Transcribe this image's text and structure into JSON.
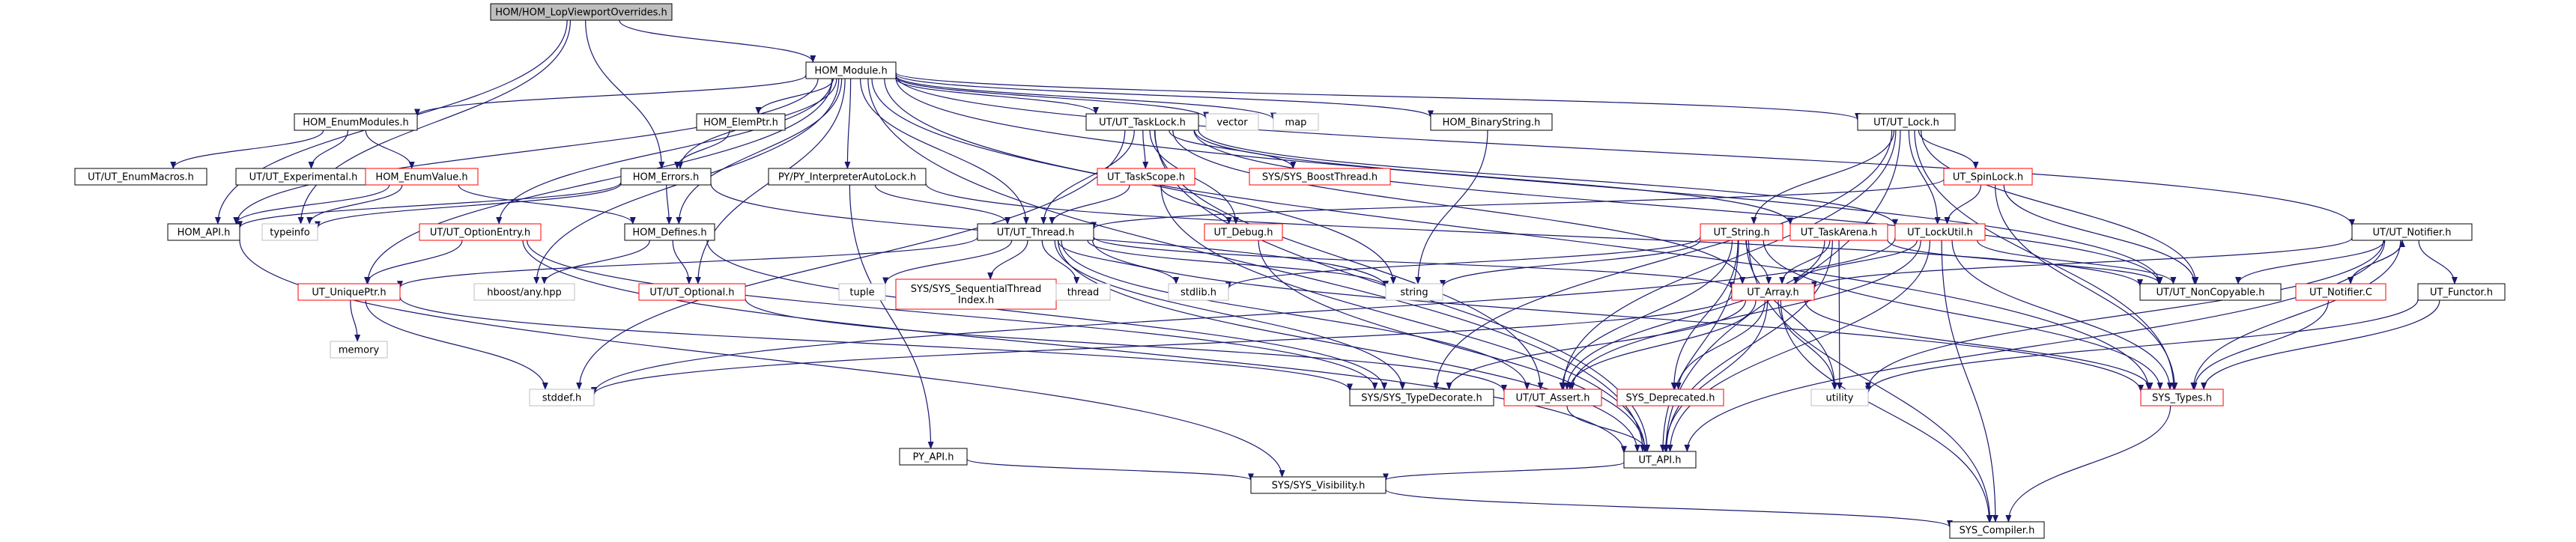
{
  "graph": {
    "colors": {
      "edge": "#191970",
      "node_border": "#000000",
      "node_border_incomplete": "#ff0000",
      "node_border_external": "#bfbfbf",
      "root_fill": "#bfbfbf",
      "node_fill": "#ffffff",
      "text": "#000000"
    },
    "nodes": [
      {
        "id": "root",
        "label": "HOM/HOM_LopViewportOverrides.h",
        "kind": "root"
      },
      {
        "id": "hom_module",
        "label": "HOM_Module.h",
        "kind": "normal"
      },
      {
        "id": "hom_enummodules",
        "label": "HOM_EnumModules.h",
        "kind": "normal"
      },
      {
        "id": "hom_elemptr",
        "label": "HOM_ElemPtr.h",
        "kind": "normal"
      },
      {
        "id": "ut_tasklock",
        "label": "UT/UT_TaskLock.h",
        "kind": "normal"
      },
      {
        "id": "vector",
        "label": "vector",
        "kind": "external"
      },
      {
        "id": "map",
        "label": "map",
        "kind": "external"
      },
      {
        "id": "hom_binarystring",
        "label": "HOM_BinaryString.h",
        "kind": "normal"
      },
      {
        "id": "ut_lock",
        "label": "UT/UT_Lock.h",
        "kind": "normal"
      },
      {
        "id": "ut_enummacros",
        "label": "UT/UT_EnumMacros.h",
        "kind": "normal"
      },
      {
        "id": "ut_experimental",
        "label": "UT/UT_Experimental.h",
        "kind": "normal"
      },
      {
        "id": "hom_enumvalue",
        "label": "HOM_EnumValue.h",
        "kind": "incomplete"
      },
      {
        "id": "hom_errors",
        "label": "HOM_Errors.h",
        "kind": "normal"
      },
      {
        "id": "py_interpreterautolock",
        "label": "PY/PY_InterpreterAutoLock.h",
        "kind": "normal"
      },
      {
        "id": "ut_taskscope",
        "label": "UT_TaskScope.h",
        "kind": "incomplete"
      },
      {
        "id": "sys_boostthread",
        "label": "SYS/SYS_BoostThread.h",
        "kind": "incomplete"
      },
      {
        "id": "ut_spinlock",
        "label": "UT_SpinLock.h",
        "kind": "incomplete"
      },
      {
        "id": "hom_api",
        "label": "HOM_API.h",
        "kind": "normal"
      },
      {
        "id": "typeinfo",
        "label": "typeinfo",
        "kind": "external"
      },
      {
        "id": "hom_defines",
        "label": "HOM_Defines.h",
        "kind": "normal"
      },
      {
        "id": "ut_optionentry",
        "label": "UT/UT_OptionEntry.h",
        "kind": "incomplete"
      },
      {
        "id": "ut_thread",
        "label": "UT/UT_Thread.h",
        "kind": "normal"
      },
      {
        "id": "ut_debug",
        "label": "UT_Debug.h",
        "kind": "incomplete"
      },
      {
        "id": "ut_string",
        "label": "UT_String.h",
        "kind": "incomplete"
      },
      {
        "id": "ut_taskarena",
        "label": "UT_TaskArena.h",
        "kind": "incomplete"
      },
      {
        "id": "ut_lockutil",
        "label": "UT_LockUtil.h",
        "kind": "incomplete"
      },
      {
        "id": "ut_notifier",
        "label": "UT/UT_Notifier.h",
        "kind": "normal"
      },
      {
        "id": "ut_uniqueptr",
        "label": "UT_UniquePtr.h",
        "kind": "incomplete"
      },
      {
        "id": "hboost_any",
        "label": "hboost/any.hpp",
        "kind": "external"
      },
      {
        "id": "ut_optional",
        "label": "UT/UT_Optional.h",
        "kind": "incomplete"
      },
      {
        "id": "tuple",
        "label": "tuple",
        "kind": "external"
      },
      {
        "id": "sys_sequentialthreadindex",
        "label": "SYS/SYS_SequentialThread\nIndex.h",
        "kind": "incomplete"
      },
      {
        "id": "thread",
        "label": "thread",
        "kind": "external"
      },
      {
        "id": "stdlib",
        "label": "stdlib.h",
        "kind": "external"
      },
      {
        "id": "string",
        "label": "string",
        "kind": "external"
      },
      {
        "id": "ut_noncopyable",
        "label": "UT/UT_NonCopyable.h",
        "kind": "normal"
      },
      {
        "id": "ut_notifier_c",
        "label": "UT_Notifier.C",
        "kind": "incomplete"
      },
      {
        "id": "ut_functor",
        "label": "UT_Functor.h",
        "kind": "normal"
      },
      {
        "id": "memory",
        "label": "memory",
        "kind": "external"
      },
      {
        "id": "stddef",
        "label": "stddef.h",
        "kind": "external"
      },
      {
        "id": "ut_array",
        "label": "UT_Array.h",
        "kind": "incomplete"
      },
      {
        "id": "sys_typedecorate",
        "label": "SYS/SYS_TypeDecorate.h",
        "kind": "normal"
      },
      {
        "id": "ut_assert",
        "label": "UT/UT_Assert.h",
        "kind": "incomplete"
      },
      {
        "id": "sys_deprecated",
        "label": "SYS_Deprecated.h",
        "kind": "incomplete"
      },
      {
        "id": "utility",
        "label": "utility",
        "kind": "external"
      },
      {
        "id": "sys_types",
        "label": "SYS_Types.h",
        "kind": "incomplete"
      },
      {
        "id": "ut_api",
        "label": "UT_API.h",
        "kind": "normal"
      },
      {
        "id": "py_api",
        "label": "PY_API.h",
        "kind": "normal"
      },
      {
        "id": "sys_visibility",
        "label": "SYS/SYS_Visibility.h",
        "kind": "normal"
      },
      {
        "id": "sys_compiler",
        "label": "SYS_Compiler.h",
        "kind": "normal"
      }
    ],
    "edges": [
      [
        "root",
        "hom_module"
      ],
      [
        "root",
        "hom_errors"
      ],
      [
        "root",
        "hom_api"
      ],
      [
        "root",
        "typeinfo"
      ],
      [
        "hom_module",
        "hom_enummodules"
      ],
      [
        "hom_module",
        "hom_elemptr"
      ],
      [
        "hom_module",
        "ut_tasklock"
      ],
      [
        "hom_module",
        "vector"
      ],
      [
        "hom_module",
        "map"
      ],
      [
        "hom_module",
        "hom_binarystring"
      ],
      [
        "hom_module",
        "ut_lock"
      ],
      [
        "hom_module",
        "hom_errors"
      ],
      [
        "hom_module",
        "py_interpreterautolock"
      ],
      [
        "hom_module",
        "hom_api"
      ],
      [
        "hom_module",
        "hom_defines"
      ],
      [
        "hom_module",
        "ut_optionentry"
      ],
      [
        "hom_module",
        "ut_thread"
      ],
      [
        "hom_module",
        "ut_uniqueptr"
      ],
      [
        "hom_module",
        "hboost_any"
      ],
      [
        "hom_module",
        "string"
      ],
      [
        "hom_module",
        "ut_noncopyable"
      ],
      [
        "hom_module",
        "ut_notifier"
      ],
      [
        "hom_module",
        "sys_types"
      ],
      [
        "hom_module",
        "ut_api"
      ],
      [
        "hom_module",
        "ut_optional"
      ],
      [
        "hom_enummodules",
        "ut_enummacros"
      ],
      [
        "hom_enummodules",
        "ut_experimental"
      ],
      [
        "hom_enummodules",
        "hom_enumvalue"
      ],
      [
        "hom_enumvalue",
        "hom_api"
      ],
      [
        "hom_enumvalue",
        "hom_defines"
      ],
      [
        "hom_enumvalue",
        "typeinfo"
      ],
      [
        "hom_elemptr",
        "hom_errors"
      ],
      [
        "hom_errors",
        "hom_api"
      ],
      [
        "hom_errors",
        "hom_defines"
      ],
      [
        "hom_errors",
        "string"
      ],
      [
        "hom_errors",
        "typeinfo"
      ],
      [
        "hom_binarystring",
        "string"
      ],
      [
        "ut_tasklock",
        "ut_taskscope"
      ],
      [
        "ut_tasklock",
        "sys_boostthread"
      ],
      [
        "ut_tasklock",
        "ut_thread"
      ],
      [
        "ut_tasklock",
        "ut_debug"
      ],
      [
        "ut_tasklock",
        "ut_taskarena"
      ],
      [
        "ut_tasklock",
        "ut_lockutil"
      ],
      [
        "ut_tasklock",
        "ut_noncopyable"
      ],
      [
        "ut_tasklock",
        "ut_array"
      ],
      [
        "ut_tasklock",
        "ut_api"
      ],
      [
        "ut_tasklock",
        "stddef"
      ],
      [
        "ut_tasklock",
        "ut_assert"
      ],
      [
        "ut_lock",
        "ut_spinlock"
      ],
      [
        "ut_lock",
        "ut_lockutil"
      ],
      [
        "ut_lock",
        "ut_string"
      ],
      [
        "ut_lock",
        "ut_noncopyable"
      ],
      [
        "ut_lock",
        "sys_typedecorate"
      ],
      [
        "ut_lock",
        "ut_assert"
      ],
      [
        "ut_lock",
        "ut_api"
      ],
      [
        "ut_lock",
        "sys_types"
      ],
      [
        "py_interpreterautolock",
        "ut_thread"
      ],
      [
        "py_interpreterautolock",
        "ut_noncopyable"
      ],
      [
        "py_interpreterautolock",
        "py_api"
      ],
      [
        "ut_taskscope",
        "ut_thread"
      ],
      [
        "ut_taskscope",
        "ut_debug"
      ],
      [
        "ut_taskscope",
        "ut_api"
      ],
      [
        "ut_spinlock",
        "ut_lockutil"
      ],
      [
        "ut_spinlock",
        "ut_noncopyable"
      ],
      [
        "ut_spinlock",
        "ut_thread"
      ],
      [
        "ut_spinlock",
        "sys_types"
      ],
      [
        "hom_api",
        "sys_visibility"
      ],
      [
        "hom_defines",
        "hboost_any"
      ],
      [
        "hom_defines",
        "ut_optional"
      ],
      [
        "hom_defines",
        "sys_typedecorate"
      ],
      [
        "ut_optionentry",
        "ut_uniqueptr"
      ],
      [
        "ut_optionentry",
        "sys_typedecorate"
      ],
      [
        "ut_optionentry",
        "ut_api"
      ],
      [
        "ut_thread",
        "ut_uniqueptr"
      ],
      [
        "ut_thread",
        "tuple"
      ],
      [
        "ut_thread",
        "sys_sequentialthreadindex"
      ],
      [
        "ut_thread",
        "thread"
      ],
      [
        "ut_thread",
        "stdlib"
      ],
      [
        "ut_thread",
        "string"
      ],
      [
        "ut_thread",
        "ut_array"
      ],
      [
        "ut_thread",
        "ut_assert"
      ],
      [
        "ut_thread",
        "sys_types"
      ],
      [
        "ut_thread",
        "ut_api"
      ],
      [
        "ut_thread",
        "sys_typedecorate"
      ],
      [
        "ut_debug",
        "ut_api"
      ],
      [
        "ut_string",
        "ut_array"
      ],
      [
        "ut_string",
        "ut_assert"
      ],
      [
        "ut_string",
        "sys_deprecated"
      ],
      [
        "ut_string",
        "utility"
      ],
      [
        "ut_string",
        "string"
      ],
      [
        "ut_string",
        "stdlib"
      ],
      [
        "ut_string",
        "ut_api"
      ],
      [
        "ut_string",
        "sys_types"
      ],
      [
        "ut_string",
        "sys_compiler"
      ],
      [
        "ut_taskarena",
        "ut_array"
      ],
      [
        "ut_taskarena",
        "ut_noncopyable"
      ],
      [
        "ut_taskarena",
        "utility"
      ],
      [
        "ut_taskarena",
        "ut_api"
      ],
      [
        "ut_taskarena",
        "ut_assert"
      ],
      [
        "ut_lockutil",
        "ut_array"
      ],
      [
        "ut_lockutil",
        "ut_noncopyable"
      ],
      [
        "ut_lockutil",
        "sys_types"
      ],
      [
        "ut_lockutil",
        "sys_compiler"
      ],
      [
        "ut_lockutil",
        "ut_api"
      ],
      [
        "ut_lockutil",
        "stddef"
      ],
      [
        "ut_lockutil",
        "ut_assert"
      ],
      [
        "ut_notifier",
        "ut_notifier_c"
      ],
      [
        "ut_notifier",
        "ut_functor"
      ],
      [
        "ut_notifier",
        "ut_noncopyable"
      ],
      [
        "ut_notifier",
        "ut_array"
      ],
      [
        "ut_notifier",
        "sys_types"
      ],
      [
        "ut_notifier",
        "ut_api"
      ],
      [
        "ut_notifier",
        "utility"
      ],
      [
        "ut_notifier_c",
        "ut_notifier"
      ],
      [
        "ut_notifier_c",
        "sys_types"
      ],
      [
        "ut_functor",
        "sys_types"
      ],
      [
        "ut_functor",
        "utility"
      ],
      [
        "ut_uniqueptr",
        "memory"
      ],
      [
        "ut_uniqueptr",
        "stddef"
      ],
      [
        "ut_uniqueptr",
        "sys_typedecorate"
      ],
      [
        "ut_optional",
        "ut_assert"
      ],
      [
        "ut_array",
        "sys_typedecorate"
      ],
      [
        "ut_array",
        "ut_assert"
      ],
      [
        "ut_array",
        "sys_deprecated"
      ],
      [
        "ut_array",
        "utility"
      ],
      [
        "ut_array",
        "sys_types"
      ],
      [
        "ut_array",
        "ut_api"
      ],
      [
        "ut_array",
        "sys_compiler"
      ],
      [
        "ut_array",
        "stddef"
      ],
      [
        "ut_assert",
        "ut_api"
      ],
      [
        "sys_types",
        "sys_compiler"
      ],
      [
        "ut_api",
        "sys_visibility"
      ],
      [
        "py_api",
        "sys_visibility"
      ],
      [
        "sys_visibility",
        "sys_compiler"
      ]
    ]
  }
}
